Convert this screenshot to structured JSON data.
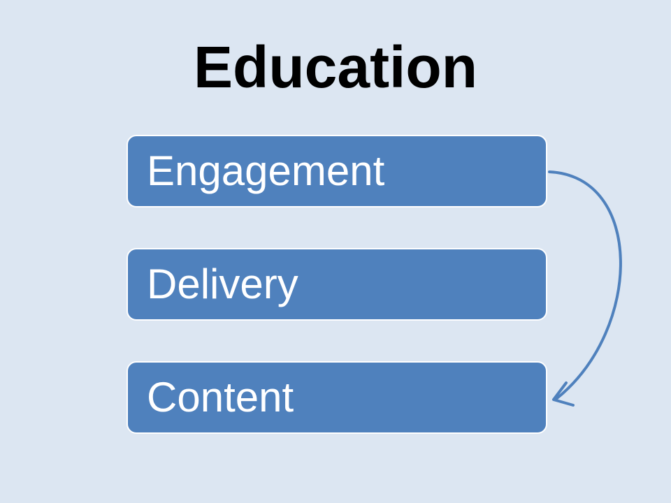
{
  "title": "Education",
  "colors": {
    "background": "#dce6f2",
    "box_fill": "#4f81bd",
    "box_border": "#ffffff",
    "arrow": "#4f81bd",
    "title_text": "#000000",
    "box_text": "#ffffff"
  },
  "boxes": [
    {
      "label": "Engagement"
    },
    {
      "label": "Delivery"
    },
    {
      "label": "Content"
    }
  ],
  "connector": {
    "from": "Engagement",
    "to": "Content",
    "icon": "curved-arrow-icon"
  }
}
